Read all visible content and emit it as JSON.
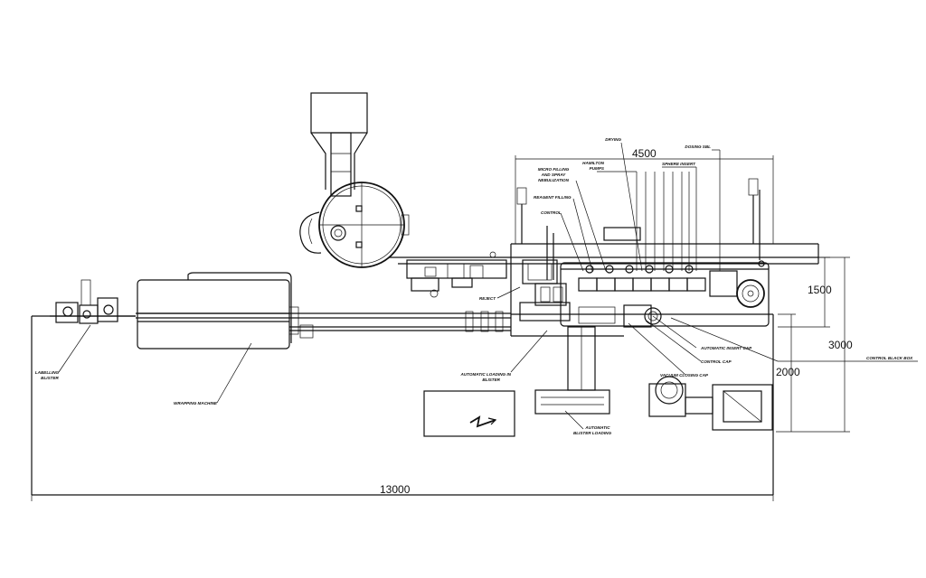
{
  "dimensions": {
    "overall_length": "13000",
    "zone_width": "4500",
    "height_1500": "1500",
    "height_3000": "3000",
    "height_2000": "2000"
  },
  "labels": {
    "drying": "DRYING",
    "dosing_sbl": "DOSING SBL",
    "hamilton_pumps_1": "HAMILTON",
    "hamilton_pumps_2": "PUMPS",
    "sphere_insert": "SPHERE INSERT",
    "micro_filling_1": "MICRO FILLING",
    "micro_filling_2": "AND SPRAY",
    "micro_filling_3": "NEBULIZATION",
    "reagent_filling": "REAGENT FILLING",
    "control": "CONTROL",
    "reject": "REJECT",
    "automatic_insert_cap": "AUTOMATIC INSERT CAP",
    "control_cap": "CONTROL CAP",
    "vacuum_closing_cap": "VACUUM CLOSING CAP",
    "control_black_box": "CONTROL BLACK BOX",
    "automatic_loading_1": "AUTOMATIC LOADING IN",
    "automatic_loading_2": "BLISTER",
    "automatic_blister_1": "AUTOMATIC",
    "automatic_blister_2": "BLISTER LOADING",
    "labelling_1": "LABELLING",
    "labelling_2": "BLISTER",
    "wrapping_machine": "WRAPPING MACHINE"
  }
}
